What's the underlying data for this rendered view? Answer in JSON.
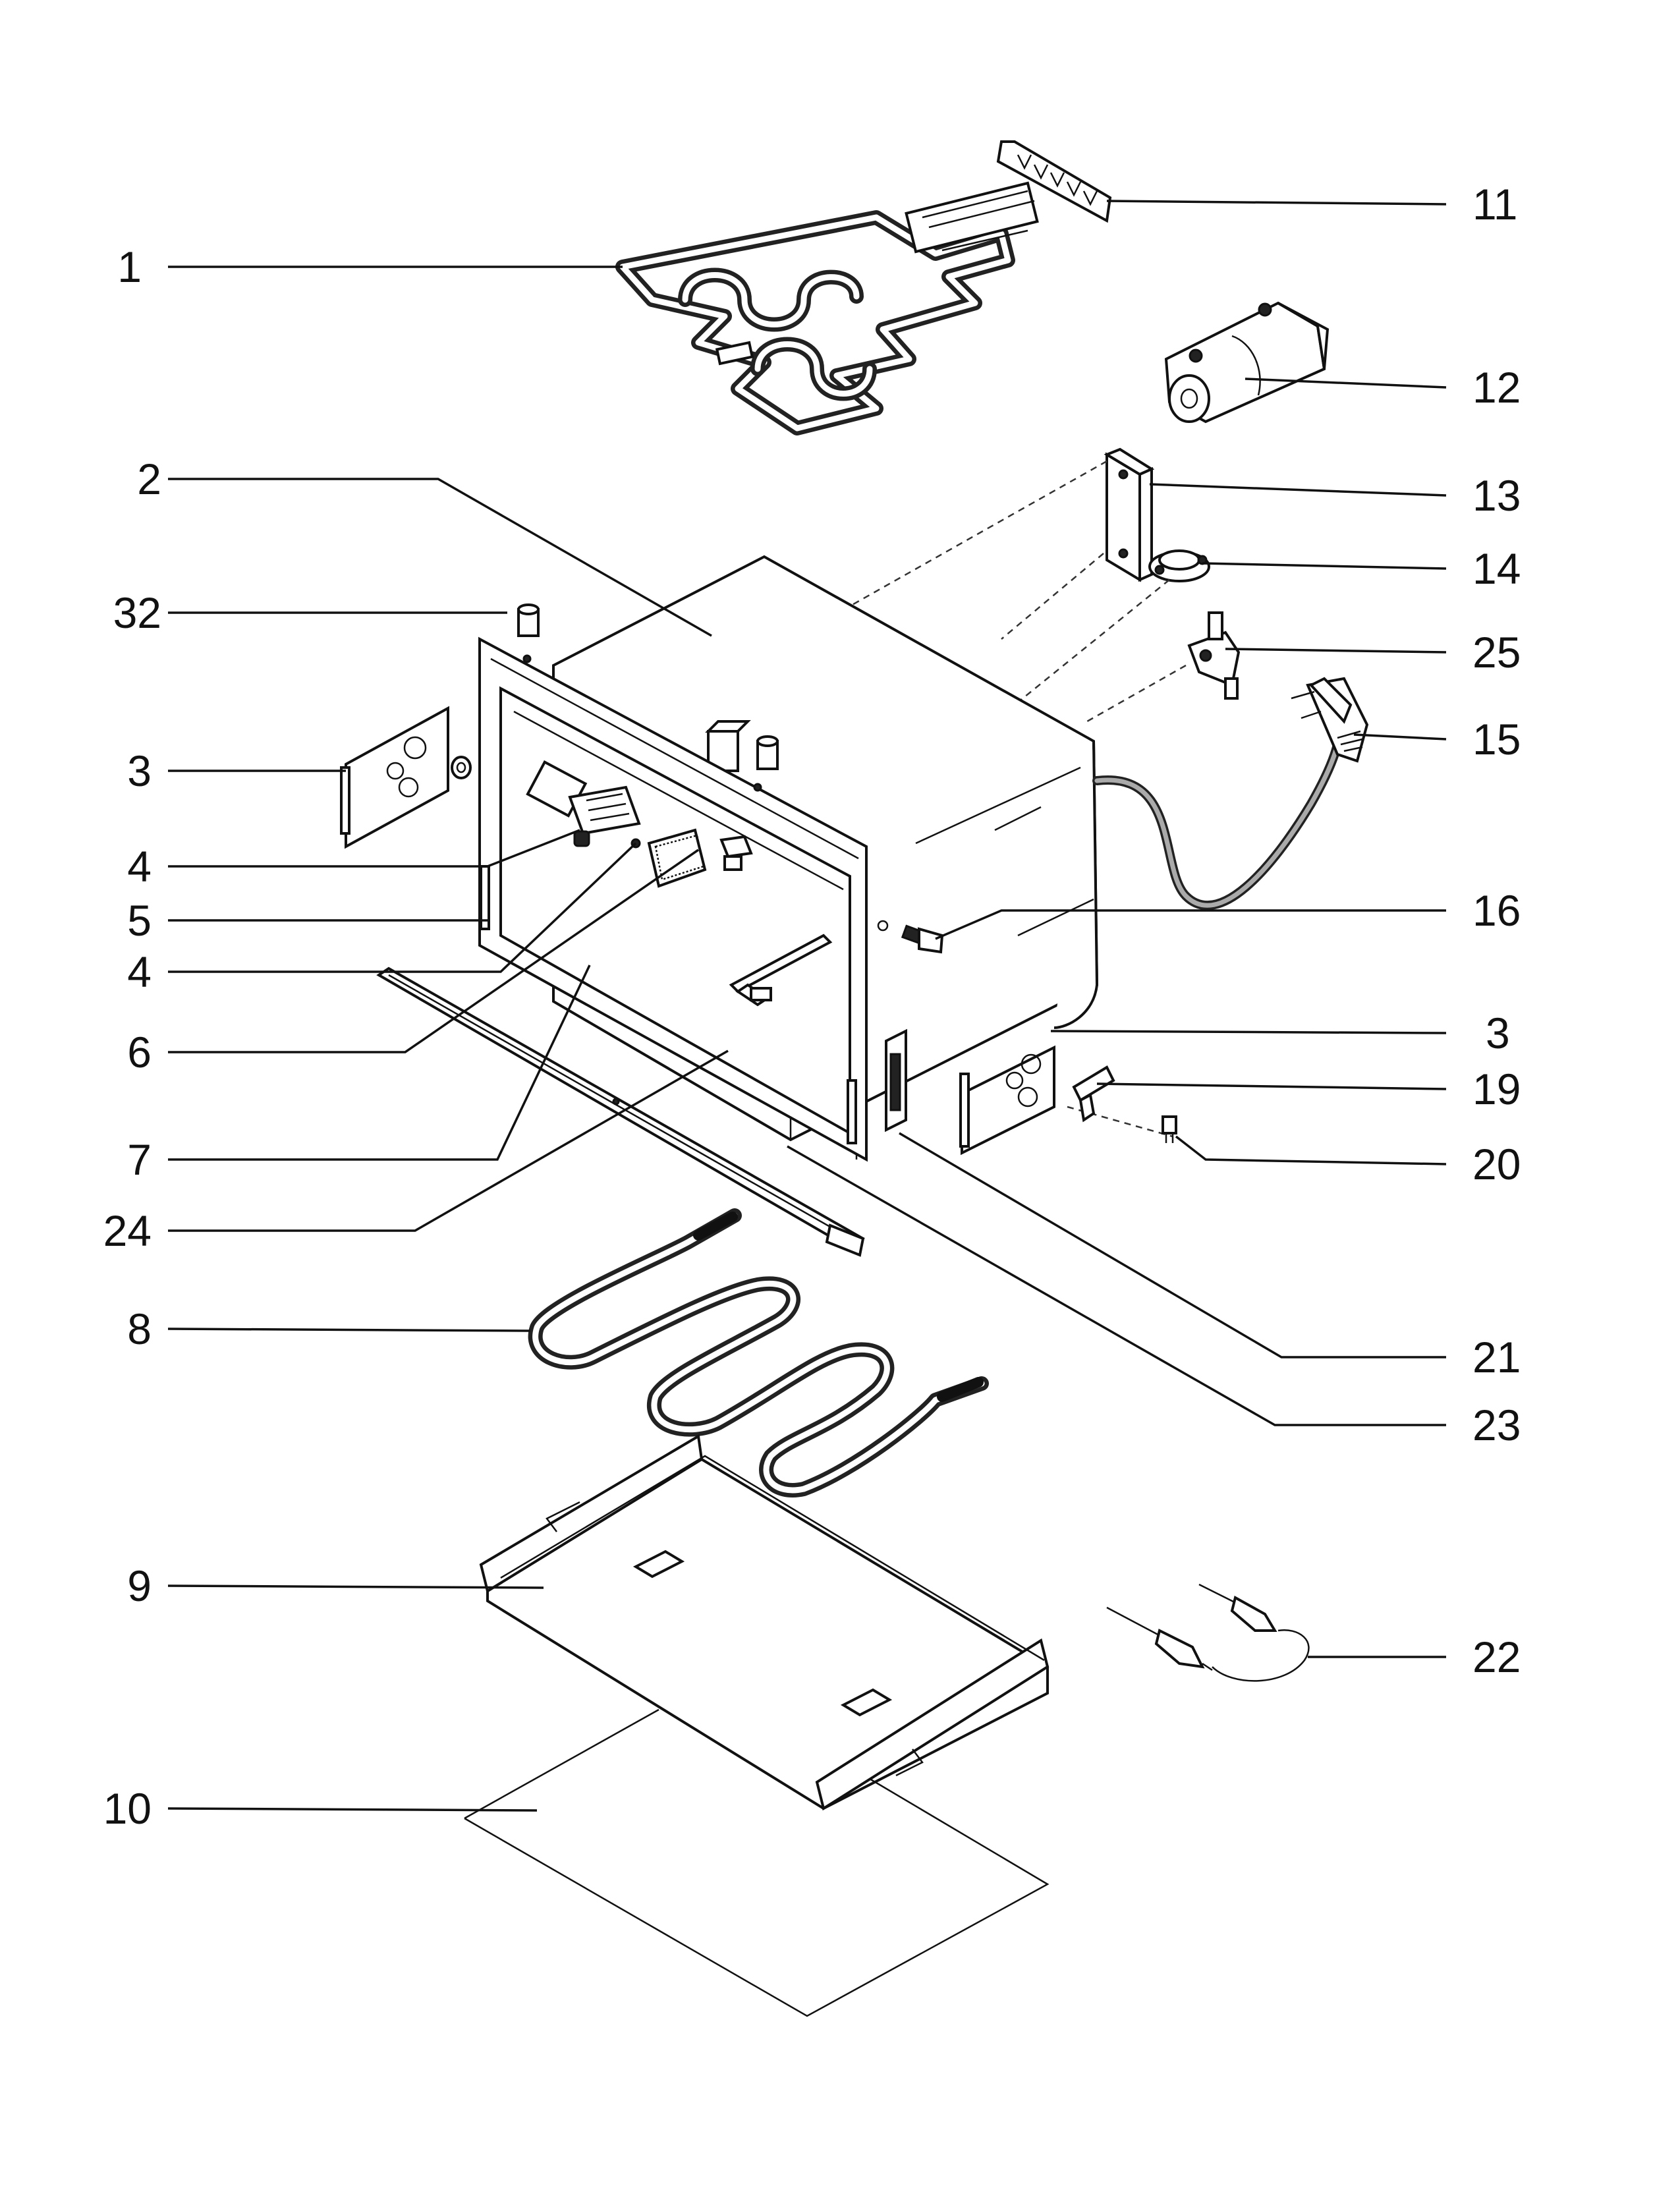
{
  "diagram": {
    "labels": [
      "1",
      "2",
      "32",
      "3",
      "4",
      "5",
      "4",
      "6",
      "7",
      "24",
      "8",
      "9",
      "10",
      "11",
      "12",
      "13",
      "14",
      "25",
      "15",
      "16",
      "3",
      "19",
      "20",
      "21",
      "23",
      "22"
    ],
    "parts": [
      {
        "number": "1",
        "icon": "grill-heating-element-icon"
      },
      {
        "number": "2",
        "icon": "oven-cavity-icon"
      },
      {
        "number": "3",
        "icon": "side-rack-plate-icon"
      },
      {
        "number": "4",
        "icon": "lamp-holder-icon"
      },
      {
        "number": "5",
        "icon": "front-frame-icon"
      },
      {
        "number": "6",
        "icon": "lamp-cover-icon"
      },
      {
        "number": "7",
        "icon": "door-seal-icon"
      },
      {
        "number": "8",
        "icon": "bottom-heating-element-icon"
      },
      {
        "number": "9",
        "icon": "bottom-plate-icon"
      },
      {
        "number": "10",
        "icon": "insulation-sheet-icon"
      },
      {
        "number": "11",
        "icon": "terminal-strip-icon"
      },
      {
        "number": "12",
        "icon": "fan-motor-icon"
      },
      {
        "number": "13",
        "icon": "terminal-block-icon"
      },
      {
        "number": "14",
        "icon": "thermostat-icon"
      },
      {
        "number": "15",
        "icon": "mains-plug-icon"
      },
      {
        "number": "16",
        "icon": "cable-clamp-icon"
      },
      {
        "number": "19",
        "icon": "switch-bracket-icon"
      },
      {
        "number": "20",
        "icon": "micro-switch-icon"
      },
      {
        "number": "21",
        "icon": "door-hinge-icon"
      },
      {
        "number": "22",
        "icon": "meat-probe-icon"
      },
      {
        "number": "23",
        "icon": "mounting-bracket-icon"
      },
      {
        "number": "24",
        "icon": "front-trim-strip-icon"
      },
      {
        "number": "25",
        "icon": "safety-thermostat-icon"
      },
      {
        "number": "32",
        "icon": "spacer-icon"
      }
    ]
  }
}
